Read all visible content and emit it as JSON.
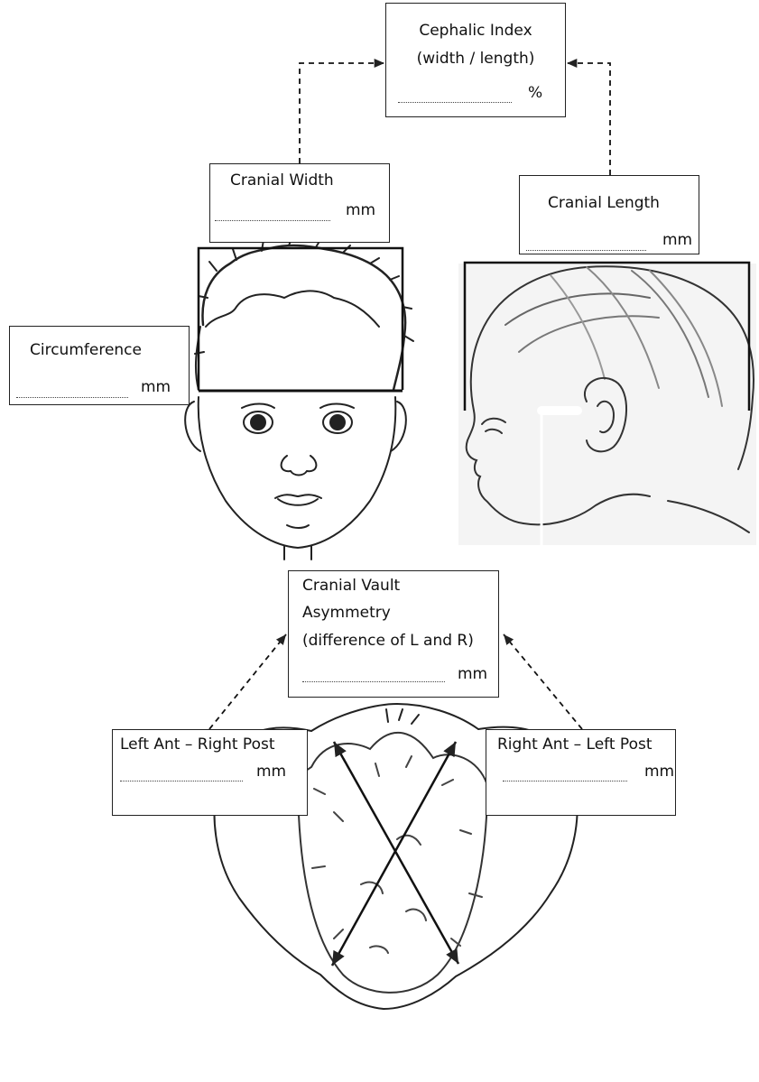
{
  "cephalic_index": {
    "title_line1": "Cephalic Index",
    "title_line2": "(width / length)",
    "unit": "%"
  },
  "cranial_width": {
    "label": "Cranial Width",
    "unit": "mm"
  },
  "cranial_length": {
    "label": "Cranial Length",
    "unit": "mm"
  },
  "circumference": {
    "label": "Circumference",
    "unit": "mm"
  },
  "vault_asymmetry": {
    "line1": "Cranial Vault",
    "line2": "Asymmetry",
    "line3": "(difference of L and R)",
    "unit": "mm"
  },
  "left_ant_right_post": {
    "label": "Left Ant – Right Post",
    "unit": "mm"
  },
  "right_ant_left_post": {
    "label": "Right Ant – Left Post",
    "unit": "mm"
  }
}
